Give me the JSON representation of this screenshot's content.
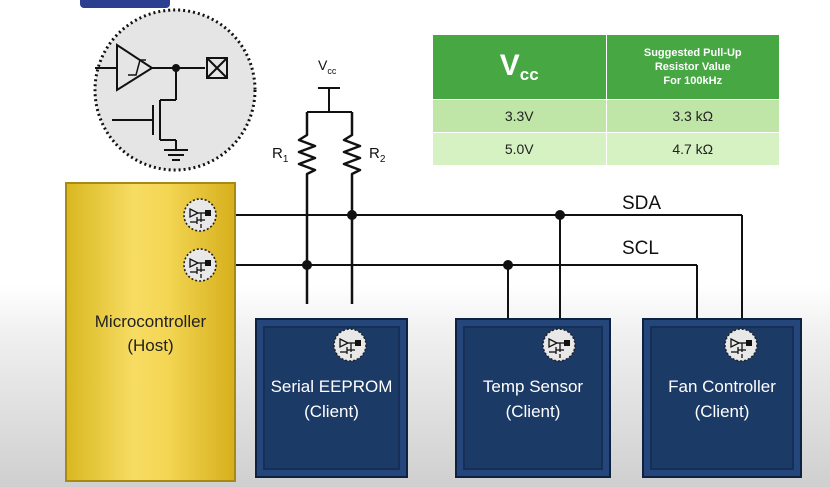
{
  "table": {
    "header_main": "V",
    "header_sub": "cc",
    "header_right_line1": "Suggested Pull-Up",
    "header_right_line2": "Resistor Value",
    "header_right_line3": "For 100kHz",
    "rows": [
      {
        "vcc": "3.3V",
        "resistor": "3.3 kΩ"
      },
      {
        "vcc": "5.0V",
        "resistor": "4.7 kΩ"
      }
    ]
  },
  "supply": {
    "label": "V",
    "sub": "cc"
  },
  "resistors": [
    {
      "label": "R",
      "sub": "1"
    },
    {
      "label": "R",
      "sub": "2"
    }
  ],
  "buses": {
    "sda": "SDA",
    "scl": "SCL"
  },
  "host": {
    "line1": "Microcontroller",
    "line2": "(Host)"
  },
  "clients": [
    {
      "line1": "Serial EEPROM",
      "line2": "(Client)"
    },
    {
      "line1": "Temp Sensor",
      "line2": "(Client)"
    },
    {
      "line1": "Fan Controller",
      "line2": "(Client)"
    }
  ],
  "colors": {
    "table_green": "#46a743",
    "host_yellow": "#f4d653",
    "client_navy": "#1c3a66"
  }
}
